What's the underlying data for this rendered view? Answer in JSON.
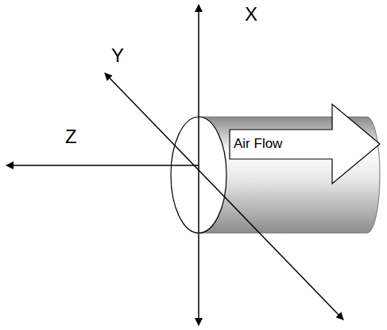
{
  "diagram": {
    "nodes": [
      {
        "text": [
          "Air Flow"
        ]
      }
    ],
    "labels": [
      "X",
      "Y",
      "Z"
    ]
  }
}
